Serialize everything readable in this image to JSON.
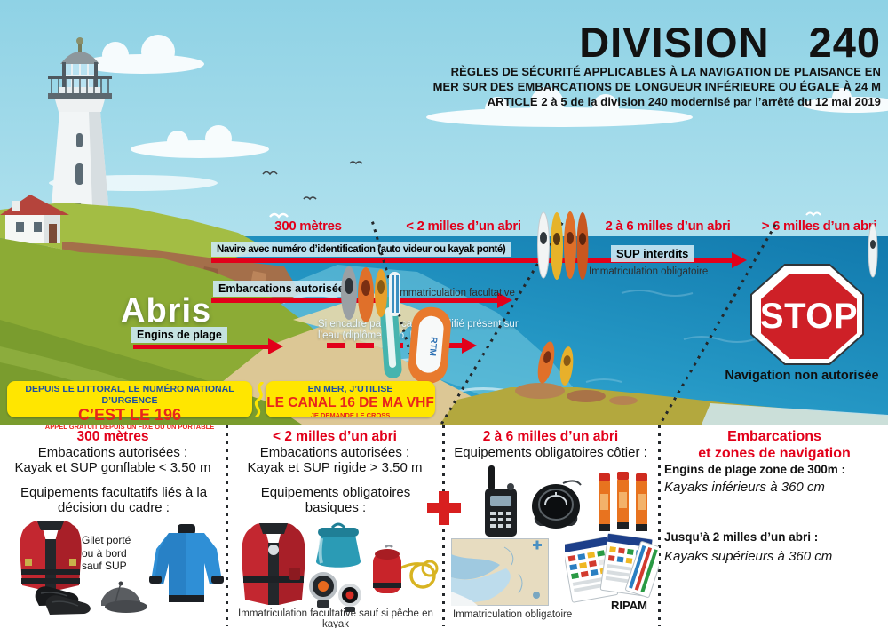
{
  "header": {
    "title": "DIVISION 240",
    "subtitle1": "RÈGLES DE SÉCURITÉ APPLICABLES À LA NAVIGATION DE PLAISANCE EN",
    "subtitle2": "MER SUR DES EMBARCATIONS DE LONGUEUR INFÉRIEURE OU ÉGALE À 24 M",
    "subtitle3": "ARTICLE 2 à 5 de la division 240 modernisé par l’arrêté du 12 mai 2019"
  },
  "scene": {
    "abris_label": "Abris",
    "zones": [
      "300 mètres",
      "< 2 milles d’un abri",
      "2 à 6 milles d’un abri",
      "> 6 milles d’un abri"
    ],
    "band_navire": "Navire avec numéro d’identification (auto videur ou kayak ponté)",
    "band_embarcations": "Embarcations autorisées",
    "band_engins": "Engins de plage",
    "sup_interdits": "SUP interdits",
    "immat_obligatoire": "Immatriculation obligatoire",
    "immat_facultative": "Immatriculation facultative",
    "encadre_line1": "Si encadré par un cadre Qualifié présent sur",
    "encadre_line2": "l’eau (diplômes pro, FFCK)",
    "board_brand": "RTM",
    "stop_label": "STOP",
    "stop_caption": "Navigation non autorisée"
  },
  "emergency": {
    "littoral_line1": "DEPUIS LE LITTORAL, LE NUMÉRO NATIONAL D’URGENCE",
    "littoral_line2": "C’EST LE 196",
    "littoral_line3": "APPEL GRATUIT DEPUIS UN FIXE OU UN PORTABLE",
    "mer_line1": "EN MER, J’UTILISE",
    "mer_line2": "LE CANAL 16 DE MA VHF",
    "mer_line3": "JE DEMANDE LE CROSS"
  },
  "panels": [
    {
      "title": "300 mètres",
      "line1": "Embacations autorisées :",
      "line2": "Kayak et SUP gonflable < 3.50 m",
      "sub": "Equipements facultatifs liés à la décision du cadre :",
      "vest_note": "Gilet porté ou à bord sauf SUP"
    },
    {
      "title": "< 2 milles d’un abri",
      "line1": "Embacations autorisées :",
      "line2": "Kayak et SUP rigide > 3.50 m",
      "sub": "Equipements obligatoires basiques :",
      "caption": "Immatriculation facultative sauf si pêche en kayak"
    },
    {
      "title": "2 à 6 milles d’un abri",
      "sub": "Equipements obligatoires côtier :",
      "caption": "Immatriculation obligatoire",
      "ripam_label": "RIPAM"
    },
    {
      "title_line1": "Embarcations",
      "title_line2": "et zones de navigation",
      "entry1_head": "Engins de plage zone de 300m :",
      "entry1_detail": "Kayaks inférieurs à 360 cm",
      "entry2_head": "Jusqu’à 2 milles d’un abri :",
      "entry2_detail": "Kayaks supérieurs à 360 cm"
    }
  ],
  "colors": {
    "accent_red": "#e2001a",
    "emergency_yellow": "#ffe600",
    "emergency_blue": "#1d4fa3",
    "emergency_red": "#e8251c",
    "sea_deep": "#1583b6",
    "sky": "#92d4e6",
    "stop_red": "#ce2027"
  },
  "icons": {
    "lighthouse": "white-tower",
    "house": "red-roof-cottage",
    "cloud": "ellipse-cluster",
    "seagull": "m-stroke",
    "kayak": "lens-shape",
    "paddleboard": "rounded-board",
    "stop-sign": "red-octagon",
    "life-jacket": "red-vest",
    "drysuit-jacket": "blue-jacket",
    "water-shoes": "black-blobs",
    "cap": "dome-brim",
    "dry-bag": "rolltop-bag",
    "signal-lights": "round-lamps",
    "throw-bag": "bag-with-rope",
    "vhf-radio": "handheld-antenna",
    "compass": "round-dial",
    "hand-flares": "orange-tubes",
    "nautical-chart": "map-rect",
    "ripam-cards": "fanned-cards",
    "red-cross": "plus-shape"
  }
}
